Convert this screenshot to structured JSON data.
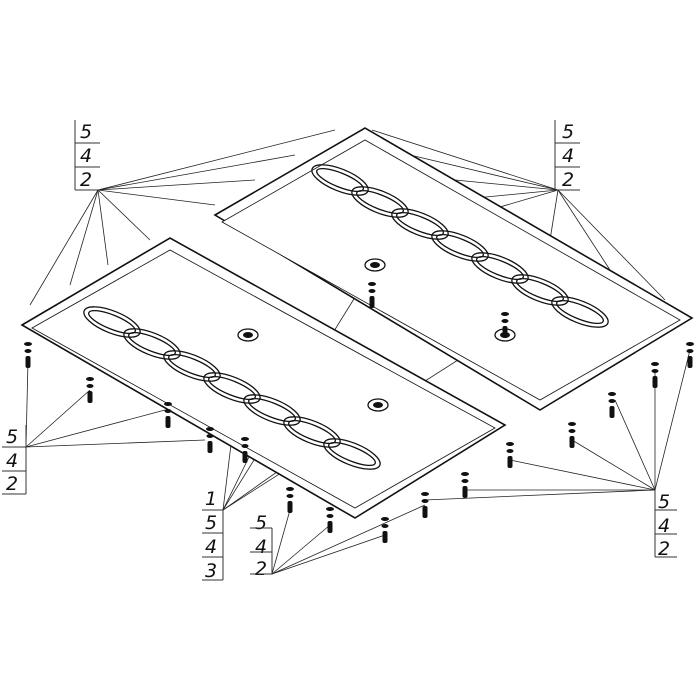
{
  "drawing": {
    "callouts": [
      {
        "id": "top-left",
        "labels": [
          "5",
          "4",
          "2"
        ]
      },
      {
        "id": "top-right",
        "labels": [
          "5",
          "4",
          "2"
        ]
      },
      {
        "id": "left",
        "labels": [
          "5",
          "4",
          "2"
        ]
      },
      {
        "id": "bottom-center",
        "labels": [
          "1",
          "5",
          "4",
          "3"
        ]
      },
      {
        "id": "bottom",
        "labels": [
          "5",
          "4",
          "2"
        ]
      },
      {
        "id": "bottom-right",
        "labels": [
          "5",
          "4",
          "2"
        ]
      }
    ]
  }
}
